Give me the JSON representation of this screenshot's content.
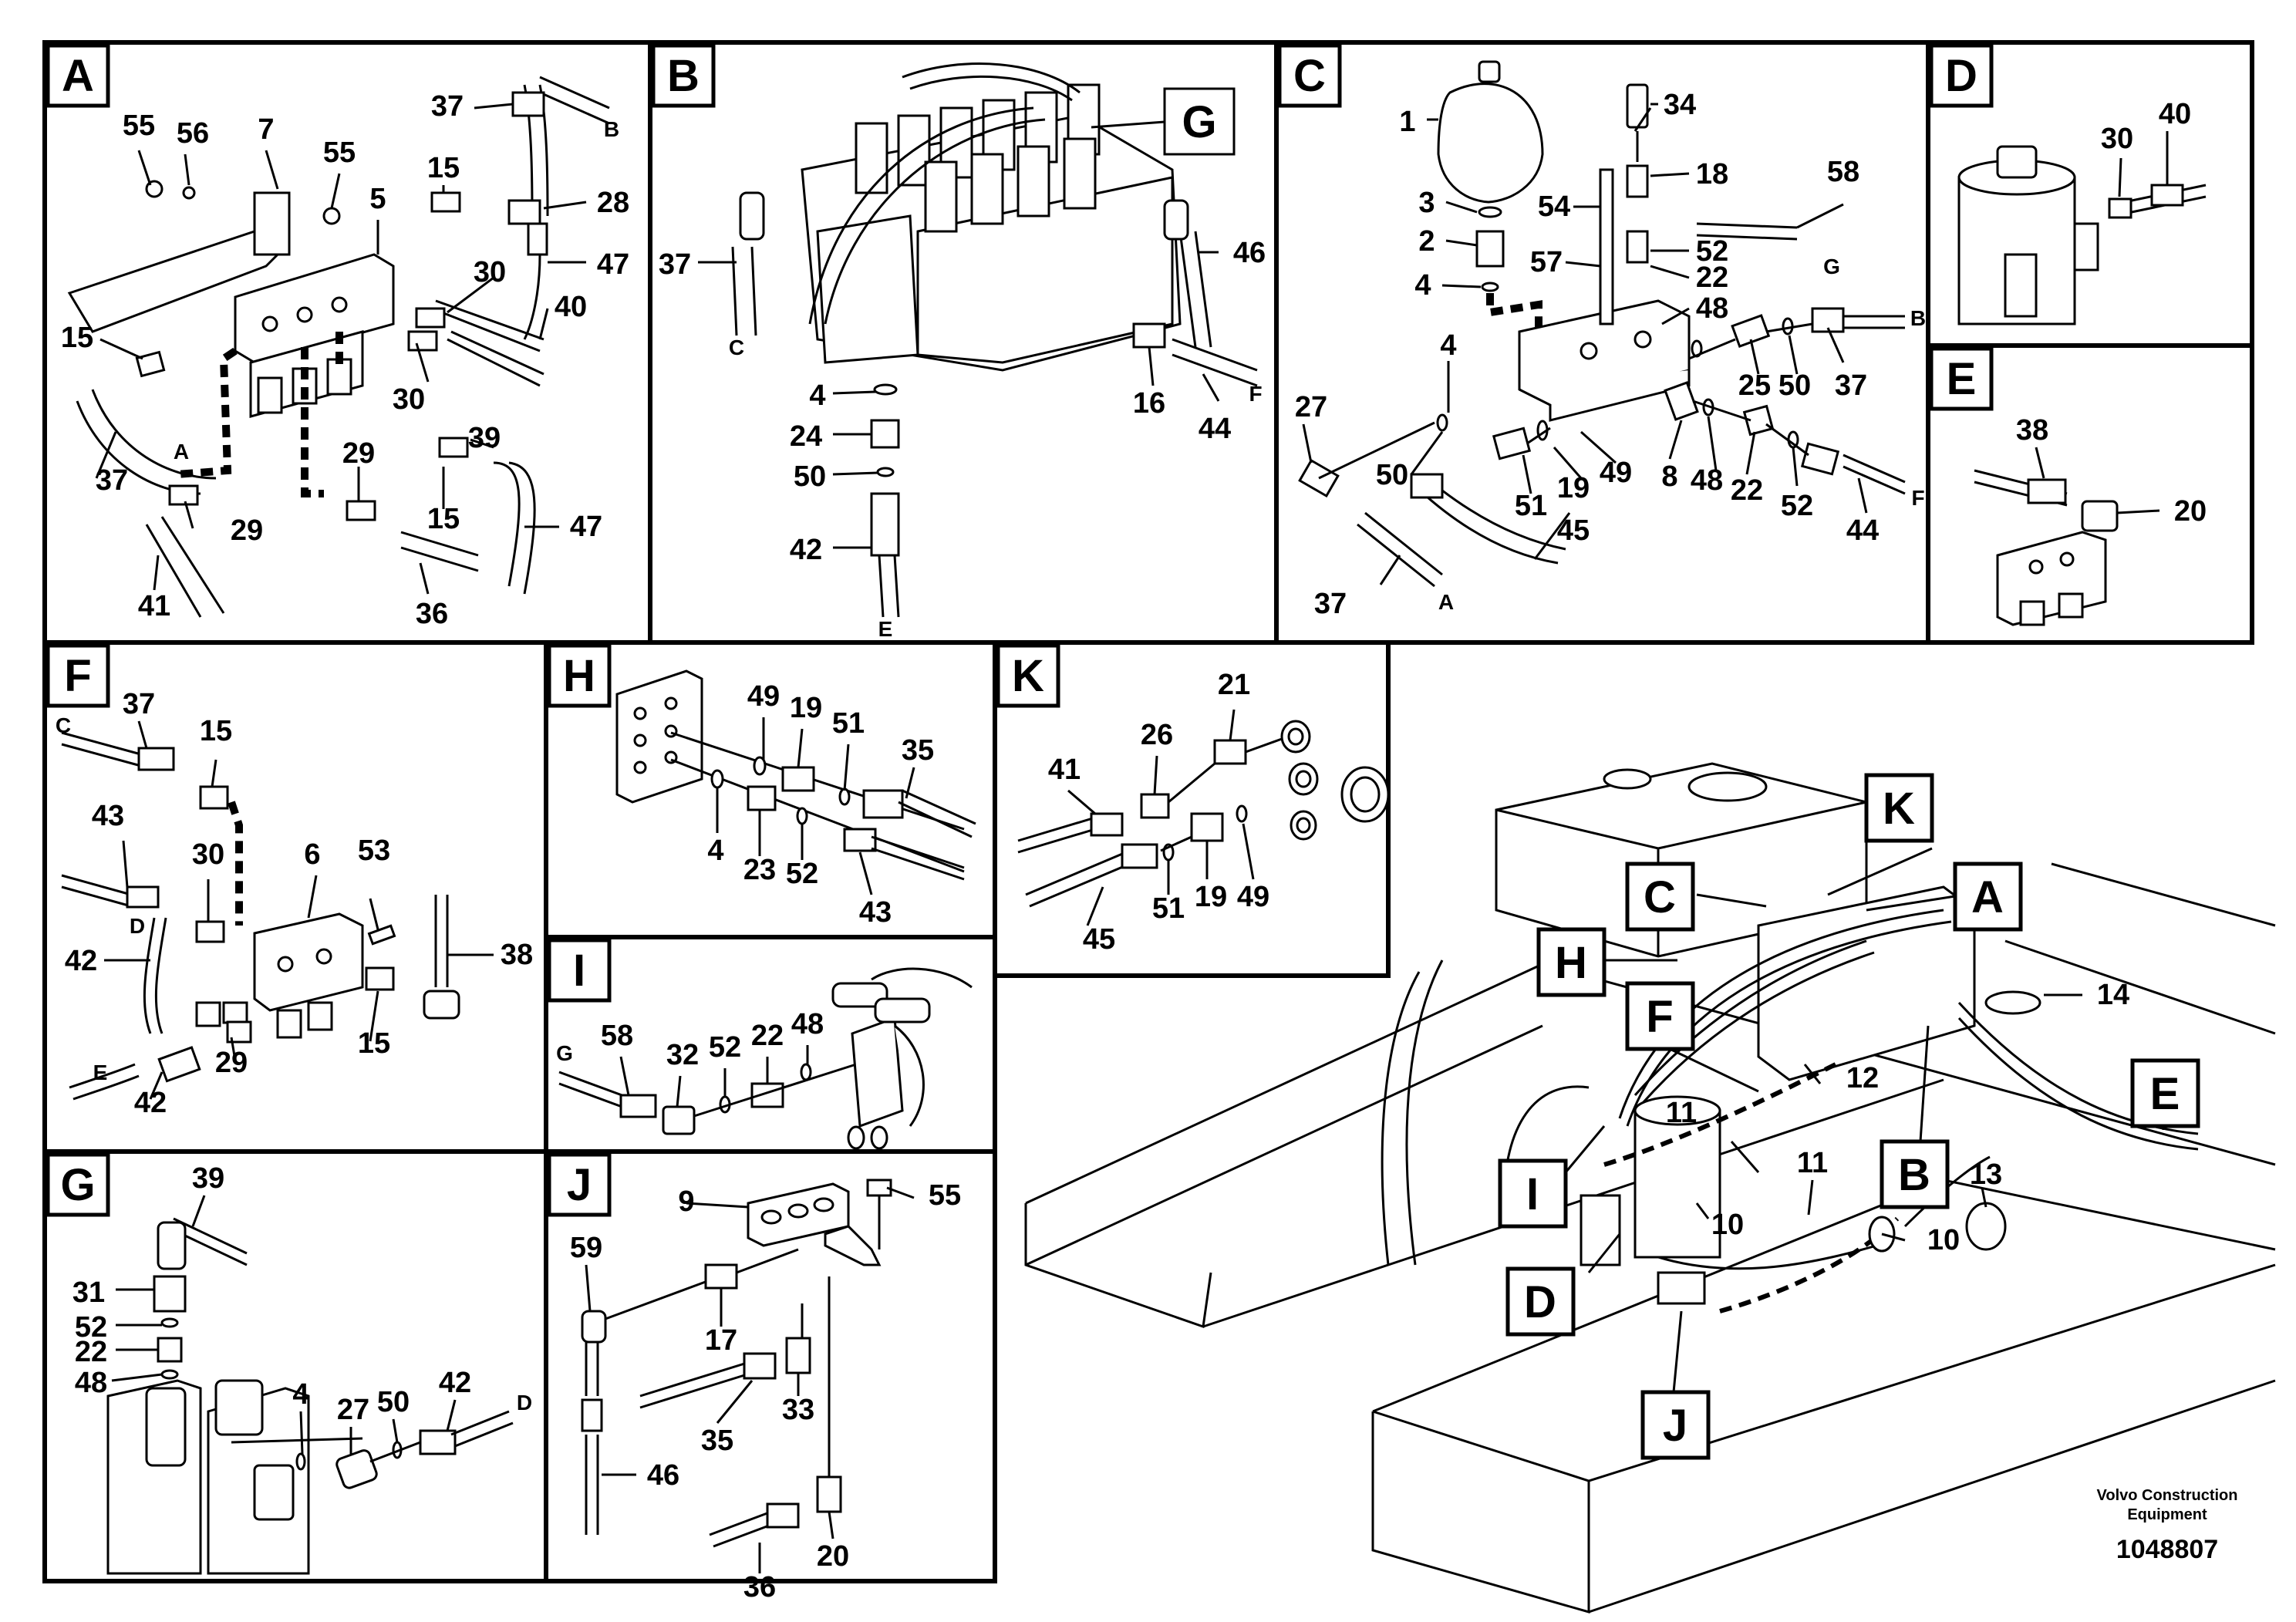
{
  "panels": {
    "A": {
      "tag": "A",
      "callouts": [
        "55",
        "56",
        "7",
        "55",
        "5",
        "15",
        "37",
        "28",
        "47",
        "30",
        "40",
        "15",
        "30",
        "39",
        "37",
        "29",
        "29",
        "15",
        "47",
        "41",
        "36"
      ],
      "ends": [
        "B",
        "A"
      ]
    },
    "B": {
      "tag": "B",
      "callouts": [
        "37",
        "46",
        "4",
        "24",
        "50",
        "42",
        "16",
        "44"
      ],
      "ends": [
        "C",
        "F",
        "E"
      ]
    },
    "C": {
      "tag": "C",
      "callouts": [
        "1",
        "34",
        "18",
        "58",
        "3",
        "54",
        "2",
        "52",
        "4",
        "57",
        "22",
        "48",
        "4",
        "25",
        "50",
        "37",
        "27",
        "50",
        "51",
        "19",
        "49",
        "8",
        "48",
        "22",
        "52",
        "44",
        "45",
        "37"
      ],
      "ends": [
        "G",
        "B",
        "F",
        "A"
      ]
    },
    "D": {
      "tag": "D",
      "callouts": [
        "30",
        "40"
      ]
    },
    "E": {
      "tag": "E",
      "callouts": [
        "38",
        "20"
      ]
    },
    "F": {
      "tag": "F",
      "callouts": [
        "37",
        "15",
        "43",
        "30",
        "6",
        "53",
        "42",
        "38",
        "29",
        "15",
        "42"
      ],
      "ends": [
        "C",
        "D",
        "E"
      ]
    },
    "G": {
      "tag": "G",
      "callouts": [
        "39",
        "31",
        "52",
        "22",
        "48",
        "4",
        "27",
        "50",
        "42"
      ],
      "ends": [
        "D"
      ]
    },
    "H": {
      "tag": "H",
      "callouts": [
        "49",
        "19",
        "51",
        "35",
        "4",
        "23",
        "52",
        "43"
      ]
    },
    "I": {
      "tag": "I",
      "callouts": [
        "58",
        "32",
        "52",
        "22",
        "48"
      ],
      "ends": [
        "G"
      ]
    },
    "J": {
      "tag": "J",
      "callouts": [
        "9",
        "55",
        "59",
        "17",
        "33",
        "35",
        "46",
        "36",
        "20"
      ]
    },
    "K": {
      "tag": "K",
      "callouts": [
        "21",
        "26",
        "41",
        "45",
        "51",
        "19",
        "49"
      ]
    }
  },
  "overview": {
    "tags": [
      "K",
      "C",
      "A",
      "H",
      "F",
      "I",
      "B",
      "D",
      "J",
      "E",
      "G"
    ],
    "callouts": [
      "14",
      "11",
      "12",
      "13",
      "10",
      "11",
      "10"
    ]
  },
  "footer": {
    "maker": "Volvo Construction",
    "maker2": "Equipment",
    "number": "1048807"
  }
}
